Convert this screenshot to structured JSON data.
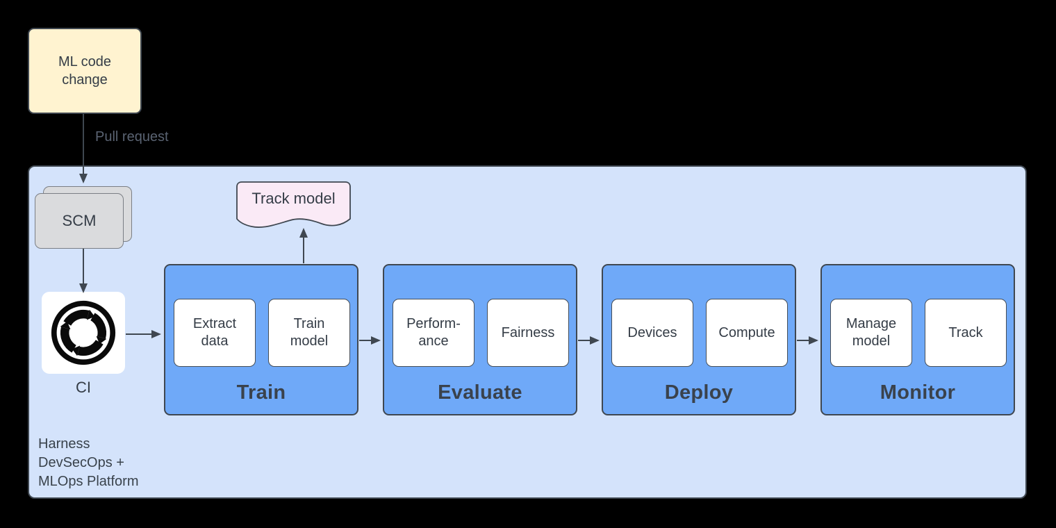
{
  "ml_code_change": {
    "label": "ML code change"
  },
  "pull_request": {
    "label": "Pull request"
  },
  "platform": {
    "caption": {
      "line1": "Harness",
      "line2": "DevSecOps +",
      "line3": "MLOps Platform"
    },
    "scm": {
      "label": "SCM"
    },
    "ci": {
      "label": "CI",
      "icon": "continuous-integration-cycle-icon"
    },
    "track_model": {
      "label": "Track model"
    },
    "stages": [
      {
        "label": "Train",
        "items": [
          "Extract data",
          "Train model"
        ]
      },
      {
        "label": "Evaluate",
        "items": [
          "Perform-ance",
          "Fairness"
        ]
      },
      {
        "label": "Deploy",
        "items": [
          "Devices",
          "Compute"
        ]
      },
      {
        "label": "Monitor",
        "items": [
          "Manage model",
          "Track"
        ]
      }
    ]
  },
  "colors": {
    "canvas_bg": "#000000",
    "platform_fill": "#D4E3FB",
    "platform_border": "#3F4750",
    "stage_fill": "#6FA9F8",
    "stage_item_fill": "#FFFFFF",
    "note_fill": "#FFF3D0",
    "document_fill": "#FAEAF6",
    "scm_fill": "#DADBDD",
    "arrow_color": "#3F4750",
    "text_dark": "#343C46",
    "muted_text": "#5A6372"
  }
}
